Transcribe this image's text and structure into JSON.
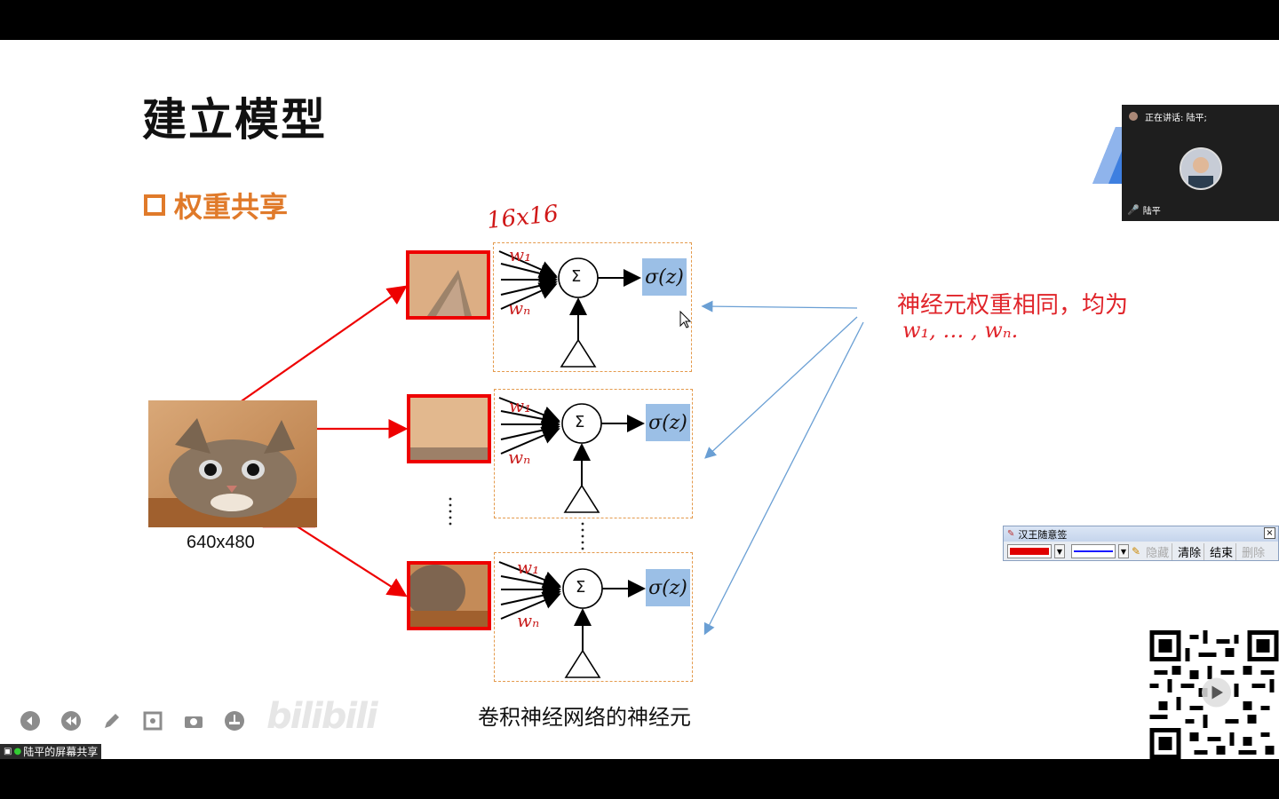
{
  "slide": {
    "title": "建立模型",
    "section": "权重共享",
    "image_caption": "640x480",
    "handwritten": "16x16",
    "note_line1": "神经元权重相同，均为",
    "note_line2": "w₁, … , wₙ.",
    "figure_caption": "卷积神经网络的神经元",
    "neurons": [
      {
        "w_top": "w₁",
        "w_bottom": "wₙ",
        "sum": "Σ",
        "activation": "σ(z)"
      },
      {
        "w_top": "w₁",
        "w_bottom": "wₙ",
        "sum": "Σ",
        "activation": "σ(z)"
      },
      {
        "w_top": "w₁",
        "w_bottom": "wₙ",
        "sum": "Σ",
        "activation": "σ(z)"
      }
    ],
    "accent_color": "#e07a2a",
    "note_color": "#e0242a"
  },
  "video_panel": {
    "speaking_label": "正在讲话: 陆平;",
    "participant_name": "陆平"
  },
  "annotation_toolbar": {
    "title": "汉王随意签",
    "pen_color": "#e00000",
    "line_color": "#1a1aff",
    "buttons": {
      "hide": "隐藏",
      "clear": "清除",
      "end": "结束",
      "delete": "删除"
    }
  },
  "player": {
    "icons": [
      "prev-icon",
      "rewind-icon",
      "pen-icon",
      "screenshot-icon",
      "camera-icon",
      "settings-icon"
    ],
    "watermark": "bilibili"
  },
  "share_label": "陆平的屏幕共享"
}
